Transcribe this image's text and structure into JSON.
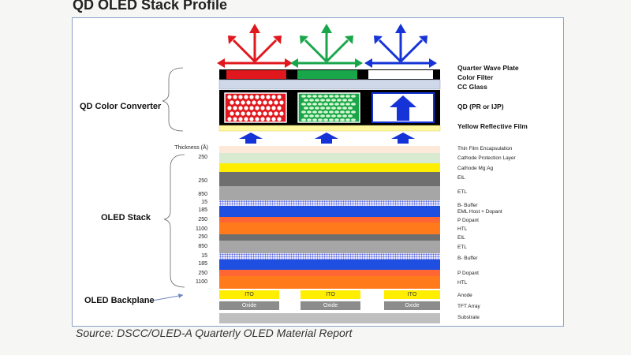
{
  "title": "QD OLED Stack Profile",
  "source": "Source: DSCC/OLED-A Quarterly OLED Material Report",
  "groups": {
    "qd_color_converter": "QD Color Converter",
    "oled_stack": "OLED Stack",
    "oled_backplane": "OLED Backplane"
  },
  "top_labels": {
    "quarter_wave_plate": "Quarter Wave Plate",
    "color_filter": "Color Filter",
    "cc_glass": "CC Glass",
    "qd": "QD (PR or IJP)",
    "yellow_reflective_film": "Yellow Reflective Film"
  },
  "thickness_header": "Thickness (Å)",
  "layers": [
    {
      "name": "Thin Film Encapsulation",
      "thickness": "",
      "color": "#fde9d9"
    },
    {
      "name": "Cathode Protection Layer",
      "thickness": "250",
      "color": "#d8ead0"
    },
    {
      "name": "Cathode Mg:Ag",
      "thickness": "",
      "color": "#ffee00"
    },
    {
      "name": "EIL",
      "thickness": "250",
      "color": "#6f6f6f"
    },
    {
      "name": "ETL",
      "thickness": "850",
      "color": "#a6a6a6"
    },
    {
      "name": "B- Buffer",
      "thickness": "15",
      "color": "#e8e8ff"
    },
    {
      "name": "EML Host + Dopant",
      "thickness": "185",
      "color": "#1f4fe0"
    },
    {
      "name": "P Dopant",
      "thickness": "250",
      "color": "#ff6633"
    },
    {
      "name": "HTL",
      "thickness": "1100",
      "color": "#ff7a1a"
    },
    {
      "name": "EIL",
      "thickness": "250",
      "color": "#6f6f6f"
    },
    {
      "name": "ETL",
      "thickness": "850",
      "color": "#a6a6a6"
    },
    {
      "name": "B- Buffer",
      "thickness": "15",
      "color": "#e8e8ff"
    },
    {
      "name": "",
      "thickness": "185",
      "color": "#1f4fe0"
    },
    {
      "name": "P Dopant",
      "thickness": "250",
      "color": "#ff6633"
    },
    {
      "name": "HTL",
      "thickness": "1100",
      "color": "#ff7a1a"
    }
  ],
  "backplane": {
    "anode_label": "Anode",
    "tft_label": "TFT Array",
    "substrate_label": "Substrate",
    "ito": [
      "ITO",
      "ITO",
      "ITO"
    ],
    "oxide": [
      "Oxide",
      "Oxide",
      "Oxide"
    ]
  },
  "colors": {
    "red": "#e0181e",
    "green": "#19a64a",
    "blue": "#1533d6",
    "yellow": "#ffee00",
    "arrow_blue": "#1533d6"
  }
}
